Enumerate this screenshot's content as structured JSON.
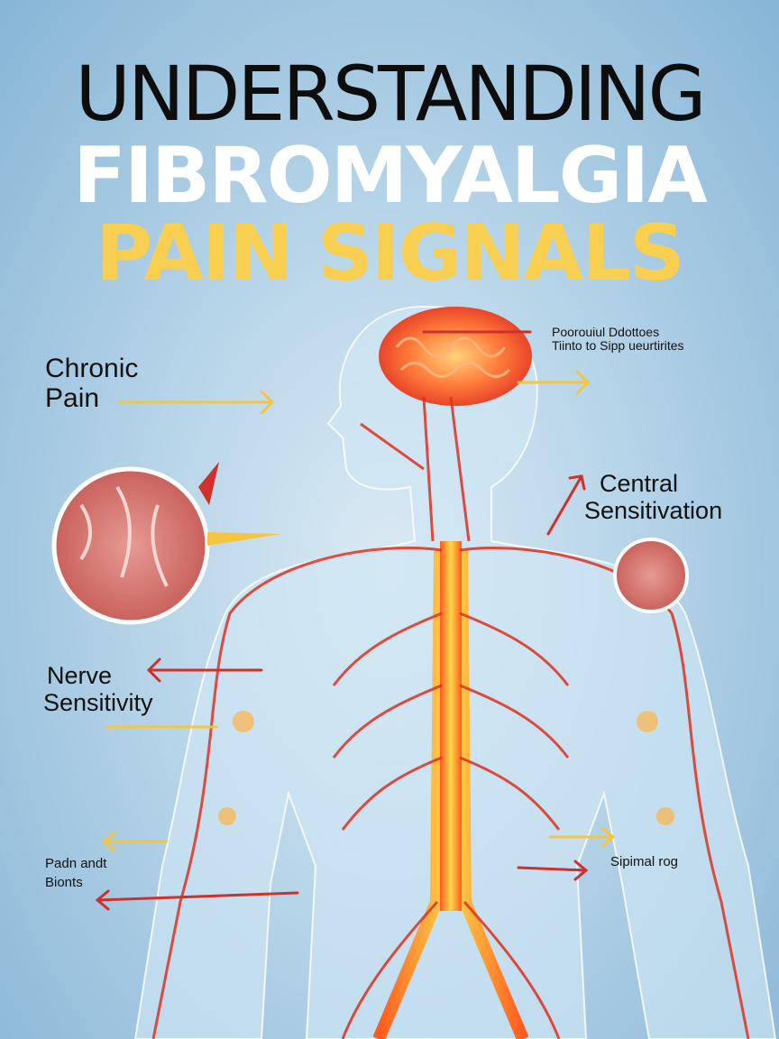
{
  "title": {
    "line1": "UNDERSTANDING",
    "line2": "FIBROMYALGIA",
    "line3": "PAIN SIGNALS"
  },
  "labels": {
    "chronic_pain": [
      "Chronic",
      "Pain"
    ],
    "brain_note": [
      "Poorouiul Ddottoes",
      "Tiinto to Sipp ueurtirites"
    ],
    "central_sensitivation": [
      "Central",
      "Sensitivation"
    ],
    "nerve_sensitivity": [
      "Nerve",
      "Sensitivity"
    ],
    "pain_points": [
      "Padn andt",
      "Bionts"
    ],
    "spinal": "Sipimal rog"
  },
  "colors": {
    "title_dark": "#0d0d0d",
    "title_light": "#ffffff",
    "title_accent": "#f8cf50",
    "nerve_red": "#e0301e",
    "arrow_yellow": "#f5c542"
  }
}
